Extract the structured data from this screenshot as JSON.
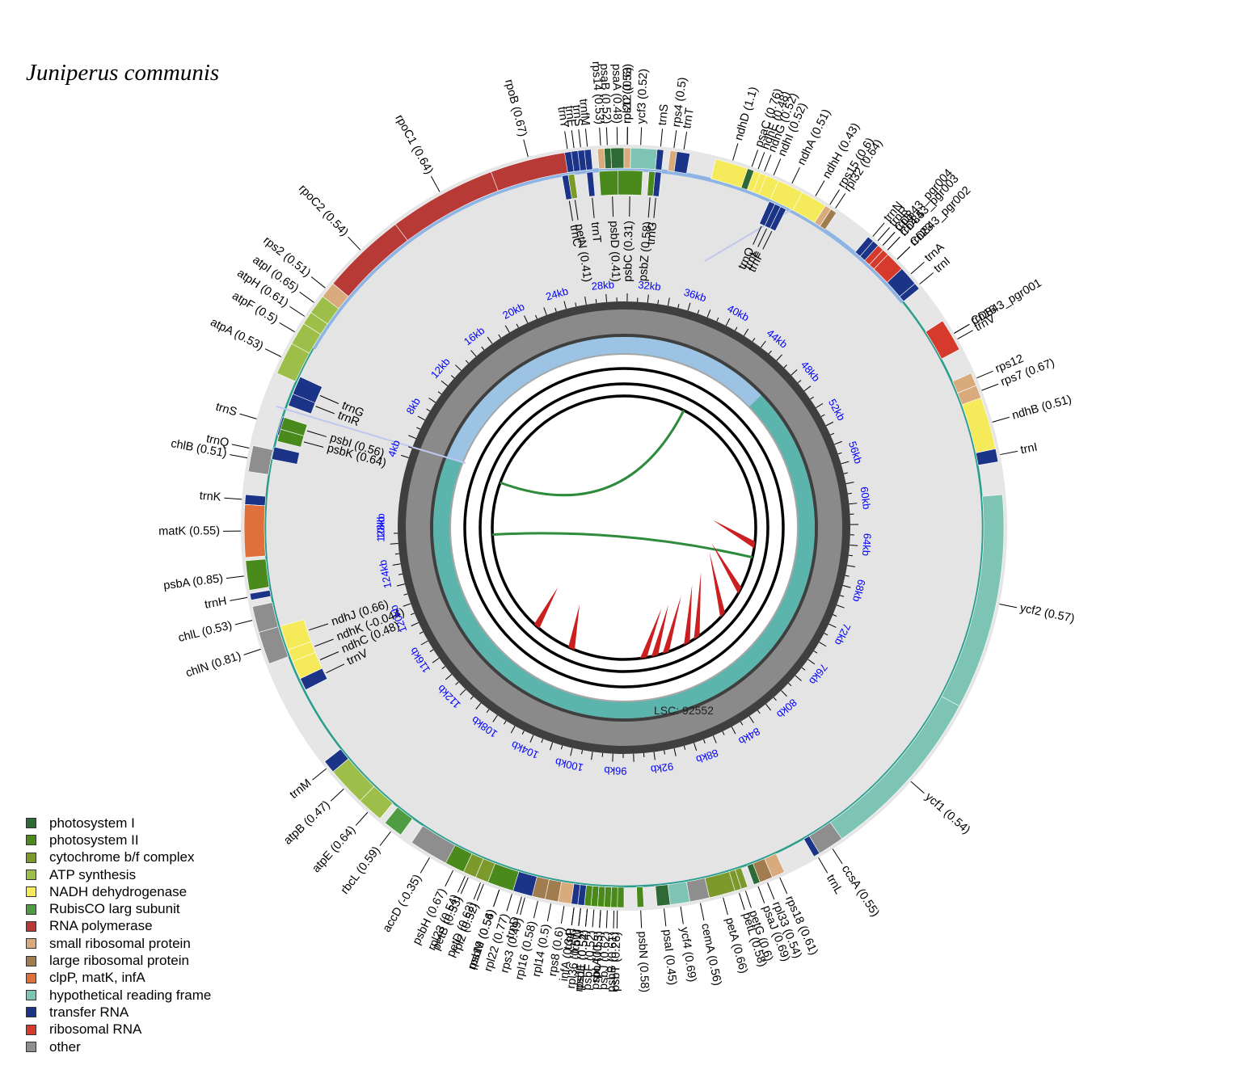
{
  "title": "Juniperus communis",
  "inner_label": "LSC: 92552",
  "legend": [
    {
      "label": "photosystem I",
      "color": "#2d6a35"
    },
    {
      "label": "photosystem II",
      "color": "#4a8a1c"
    },
    {
      "label": "cytochrome b/f complex",
      "color": "#7c9a2c"
    },
    {
      "label": "ATP synthesis",
      "color": "#9dbf4a"
    },
    {
      "label": "NADH dehydrogenase",
      "color": "#f5ea5a"
    },
    {
      "label": "RubisCO larg subunit",
      "color": "#4f9c43"
    },
    {
      "label": "RNA polymerase",
      "color": "#b83a36"
    },
    {
      "label": "small ribosomal protein",
      "color": "#d9ab7c"
    },
    {
      "label": "large ribosomal protein",
      "color": "#a07c4e"
    },
    {
      "label": "clpP, matK, infA",
      "color": "#e0703a"
    },
    {
      "label": "hypothetical reading frame",
      "color": "#7ec4b5"
    },
    {
      "label": "transfer RNA",
      "color": "#1c3488"
    },
    {
      "label": "ribosomal RNA",
      "color": "#d63a2c"
    },
    {
      "label": "other",
      "color": "#8e8e8e"
    }
  ],
  "kb_ticks": [
    "4kb",
    "8kb",
    "12kb",
    "16kb",
    "20kb",
    "24kb",
    "28kb",
    "32kb",
    "36kb",
    "40kb",
    "44kb",
    "48kb",
    "52kb",
    "56kb",
    "60kb",
    "64kb",
    "68kb",
    "72kb",
    "76kb",
    "80kb",
    "84kb",
    "88kb",
    "92kb",
    "96kb",
    "100kb",
    "104kb",
    "108kb",
    "112kb",
    "116kb",
    "120kb",
    "124kb",
    "128kb",
    "10kb"
  ],
  "genes": [
    {
      "name": "rpoB (0.67)",
      "cat": 6
    },
    {
      "name": "rpoC1 (0.64)",
      "cat": 6
    },
    {
      "name": "rpoC2 (0.54)",
      "cat": 6
    },
    {
      "name": "rps2 (0.51)",
      "cat": 7
    },
    {
      "name": "atpI (0.65)",
      "cat": 3
    },
    {
      "name": "atpH (0.61)",
      "cat": 3
    },
    {
      "name": "atpF (0.5)",
      "cat": 3
    },
    {
      "name": "atpA (0.53)",
      "cat": 3
    },
    {
      "name": "trnS",
      "cat": 11
    },
    {
      "name": "trnQ",
      "cat": 11
    },
    {
      "name": "chlB (0.51)",
      "cat": 13
    },
    {
      "name": "trnK",
      "cat": 11
    },
    {
      "name": "matK (0.55)",
      "cat": 9
    },
    {
      "name": "psbA (0.85)",
      "cat": 1
    },
    {
      "name": "trnH",
      "cat": 11
    },
    {
      "name": "chlL (0.53)",
      "cat": 13
    },
    {
      "name": "chlN (0.81)",
      "cat": 13
    },
    {
      "name": "trnM",
      "cat": 11
    },
    {
      "name": "atpB (0.47)",
      "cat": 3
    },
    {
      "name": "atpE (0.64)",
      "cat": 3
    },
    {
      "name": "rbcL (0.59)",
      "cat": 5
    },
    {
      "name": "accD (-0.35)",
      "cat": 13
    },
    {
      "name": "rpl23 (0.54)",
      "cat": 8
    },
    {
      "name": "rpl2 (0.52)",
      "cat": 8
    },
    {
      "name": "rps19 (0.56)",
      "cat": 7
    },
    {
      "name": "rpl22 (0.77)",
      "cat": 8
    },
    {
      "name": "rps3 (0.49)",
      "cat": 7
    },
    {
      "name": "rpl16 (0.58)",
      "cat": 8
    },
    {
      "name": "rpl14 (0.5)",
      "cat": 8
    },
    {
      "name": "rps8 (0.6)",
      "cat": 7
    },
    {
      "name": "infA (0.34)",
      "cat": 9
    },
    {
      "name": "rpl36 (0.51)",
      "cat": 8
    },
    {
      "name": "rps11 (0.54)",
      "cat": 7
    },
    {
      "name": "rpoA (0.5)",
      "cat": 6
    },
    {
      "name": "psbN (0.58)",
      "cat": 1
    },
    {
      "name": "psaI (0.45)",
      "cat": 0
    },
    {
      "name": "ycf4 (0.69)",
      "cat": 10
    },
    {
      "name": "cemA (0.56)",
      "cat": 13
    },
    {
      "name": "petA (0.66)",
      "cat": 2
    },
    {
      "name": "petL (0.58)",
      "cat": 2
    },
    {
      "name": "petG (0.6)",
      "cat": 2
    },
    {
      "name": "psaJ (0.69)",
      "cat": 0
    },
    {
      "name": "rpl33 (0.54)",
      "cat": 8
    },
    {
      "name": "rps18 (0.61)",
      "cat": 7
    },
    {
      "name": "trnL",
      "cat": 11
    },
    {
      "name": "ccsA (0.55)",
      "cat": 13
    },
    {
      "name": "ycf1 (0.54)",
      "cat": 10
    },
    {
      "name": "ycf2 (0.57)",
      "cat": 10
    },
    {
      "name": "trnI",
      "cat": 11
    },
    {
      "name": "ndhB (0.51)",
      "cat": 4
    },
    {
      "name": "rps7 (0.67)",
      "cat": 7
    },
    {
      "name": "rps12",
      "cat": 7
    },
    {
      "name": "trnV",
      "cat": 11
    },
    {
      "name": "CD843_pgr001",
      "cat": 12
    },
    {
      "name": "rrn16",
      "cat": 12
    },
    {
      "name": "trnI",
      "cat": 11
    },
    {
      "name": "trnA",
      "cat": 11
    },
    {
      "name": "rrn23",
      "cat": 12
    },
    {
      "name": "CD843_pgr002",
      "cat": 12
    },
    {
      "name": "rrn4.5",
      "cat": 12
    },
    {
      "name": "CD843_pgr003",
      "cat": 12
    },
    {
      "name": "rrn5",
      "cat": 12
    },
    {
      "name": "CD843_pgr004",
      "cat": 12
    },
    {
      "name": "trnR",
      "cat": 11
    },
    {
      "name": "trnN",
      "cat": 11
    },
    {
      "name": "rpl32 (0.64)",
      "cat": 8
    },
    {
      "name": "rps15 (0.6)",
      "cat": 7
    },
    {
      "name": "ndhH (0.43)",
      "cat": 4
    },
    {
      "name": "ndhA (0.51)",
      "cat": 4
    },
    {
      "name": "ndhI (0.52)",
      "cat": 4
    },
    {
      "name": "ndhG (0.52)",
      "cat": 4
    },
    {
      "name": "ndhE (0.48)",
      "cat": 4
    },
    {
      "name": "psaC (0.76)",
      "cat": 0
    },
    {
      "name": "ndhD (1.1)",
      "cat": 4
    },
    {
      "name": "trnT",
      "cat": 11
    },
    {
      "name": "rps4 (0.5)",
      "cat": 7
    },
    {
      "name": "trnS",
      "cat": 11
    },
    {
      "name": "ycf3 (0.52)",
      "cat": 10
    },
    {
      "name": "psaA (0.48)",
      "cat": 0
    },
    {
      "name": "psaB (0.52)",
      "cat": 0
    },
    {
      "name": "rps14 (0.53)",
      "cat": 7
    },
    {
      "name": "trnfM",
      "cat": 11
    },
    {
      "name": "trnS",
      "cat": 11
    },
    {
      "name": "trnE",
      "cat": 11
    },
    {
      "name": "trnY",
      "cat": 11
    },
    {
      "name": "trnD",
      "cat": 11
    },
    {
      "name": "psbM (0.54)",
      "cat": 1
    },
    {
      "name": "petD (0.62)",
      "cat": 2
    },
    {
      "name": "petB (0.53)",
      "cat": 2
    },
    {
      "name": "psbH (0.67)",
      "cat": 1
    },
    {
      "name": "psbT (0.26)",
      "cat": 1
    },
    {
      "name": "psbB (0.61)",
      "cat": 1
    },
    {
      "name": "psbJ (0.62)",
      "cat": 1
    },
    {
      "name": "psbL (0.53)",
      "cat": 1
    },
    {
      "name": "psbF (0.52)",
      "cat": 1
    },
    {
      "name": "psbE (0.52)",
      "cat": 1
    },
    {
      "name": "trnW",
      "cat": 11
    },
    {
      "name": "trnP",
      "cat": 11
    },
    {
      "name": "rpl20 (0.53)",
      "cat": 8
    },
    {
      "name": "rps12 (0.6)",
      "cat": 7
    }
  ],
  "inner_genes": [
    {
      "name": "trnC",
      "cat": 11
    },
    {
      "name": "petN (0.41)",
      "cat": 2
    },
    {
      "name": "trnT",
      "cat": 11
    },
    {
      "name": "psbD (0.41)",
      "cat": 1
    },
    {
      "name": "psbC (0.31)",
      "cat": 1
    },
    {
      "name": "psbZ (0.58)",
      "cat": 1
    },
    {
      "name": "trnG",
      "cat": 11
    },
    {
      "name": "trnQ",
      "cat": 11
    },
    {
      "name": "trnL",
      "cat": 11
    },
    {
      "name": "trnF",
      "cat": 11
    },
    {
      "name": "trnR",
      "cat": 11
    },
    {
      "name": "trnG",
      "cat": 11
    },
    {
      "name": "psbI (0.56)",
      "cat": 1
    },
    {
      "name": "psbK (0.64)",
      "cat": 1
    },
    {
      "name": "ndhJ (0.66)",
      "cat": 4
    },
    {
      "name": "ndhK (-0.044)",
      "cat": 4
    },
    {
      "name": "ndhC (0.48)",
      "cat": 4
    },
    {
      "name": "trnV",
      "cat": 11
    }
  ]
}
